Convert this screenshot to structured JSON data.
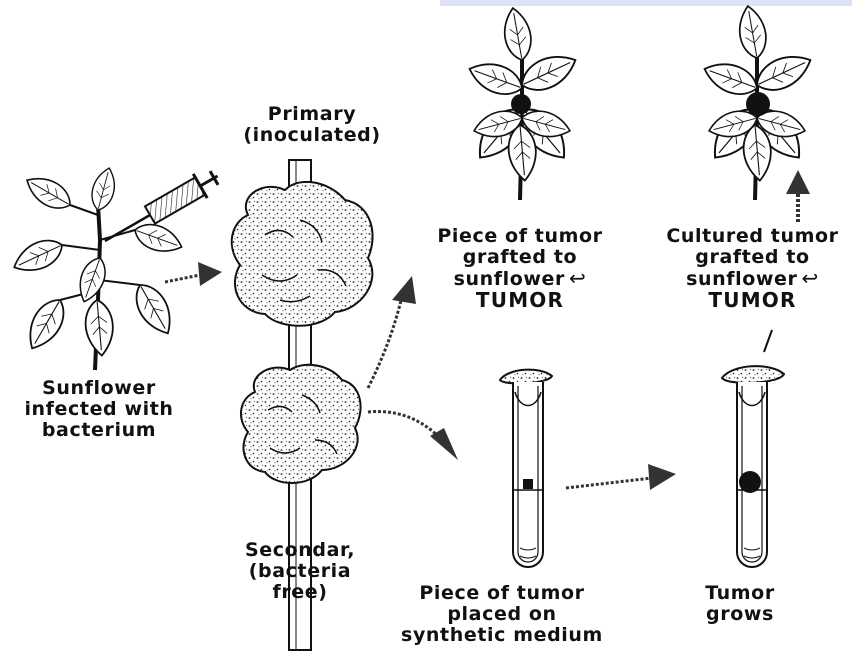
{
  "labels": {
    "sunflower_infected": [
      "Sunflower",
      "infected with",
      "bacterium"
    ],
    "primary": [
      "Primary",
      "(inoculated)"
    ],
    "secondary": [
      "Secondar,",
      "(bacteria",
      "free)"
    ],
    "piece_grafted": [
      "Piece of tumor",
      "grafted to",
      "sunflower",
      "TUMOR"
    ],
    "cultured_grafted": [
      "Cultured tumor",
      "grafted to",
      "sunflower",
      "TUMOR"
    ],
    "piece_placed": [
      "Piece of tumor",
      "placed on",
      "synthetic medium"
    ],
    "tumor_grows": [
      "Tumor",
      "grows"
    ]
  },
  "colors": {
    "ink": "#111111",
    "paper": "#ffffff",
    "top_band": "#dfe3f5"
  },
  "icons": [
    "syringe-icon",
    "curl-arrow-icon",
    "arrow-icon"
  ]
}
